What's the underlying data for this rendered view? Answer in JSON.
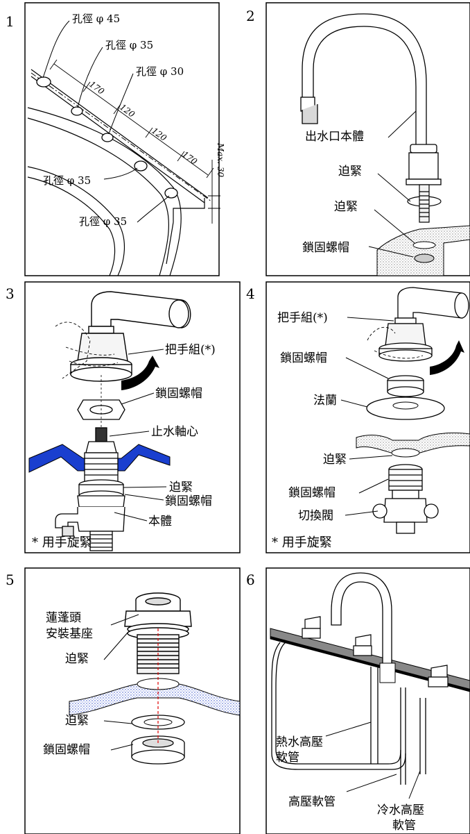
{
  "panels": [
    {
      "number": "1",
      "labels": {
        "hole45": "孔徑 φ 45",
        "hole35a": "孔徑 φ 35",
        "hole30": "孔徑 φ 30",
        "hole35b": "孔徑 φ 35",
        "hole35c": "孔徑 φ 35"
      },
      "dims": {
        "d1": "170",
        "d2": "120",
        "d3": "120",
        "d4": "170",
        "max": "Max. 30"
      }
    },
    {
      "number": "2",
      "labels": {
        "spout": "出水口本體",
        "tighten1": "迫緊",
        "tighten2": "迫緊",
        "nut": "鎖固螺帽"
      }
    },
    {
      "number": "3",
      "labels": {
        "handle": "把手組(*)",
        "nut": "鎖固螺帽",
        "cartridge": "止水軸心",
        "tighten": "迫緊",
        "nut2": "鎖固螺帽",
        "body": "本體"
      },
      "note": "*  用手旋緊"
    },
    {
      "number": "4",
      "labels": {
        "handle": "把手組(*)",
        "nut": "鎖固螺帽",
        "flange": "法蘭",
        "tighten": "迫緊",
        "nut2": "鎖固螺帽",
        "valve": "切換閥"
      },
      "note": "*  用手旋緊"
    },
    {
      "number": "5",
      "labels": {
        "base1": "蓮蓬頭",
        "base2": "安裝基座",
        "tighten1": "迫緊",
        "tighten2": "迫緊",
        "nut": "鎖固螺帽"
      }
    },
    {
      "number": "6",
      "labels": {
        "hot1": "熱水高壓",
        "hot2": "軟管",
        "hose": "高壓軟管",
        "cold1": "冷水高壓",
        "cold2": "軟管"
      }
    }
  ],
  "colors": {
    "line": "#000000",
    "blue": "#1a3fcf",
    "guide": "#e00000",
    "stipple": "#7a8fd8"
  }
}
